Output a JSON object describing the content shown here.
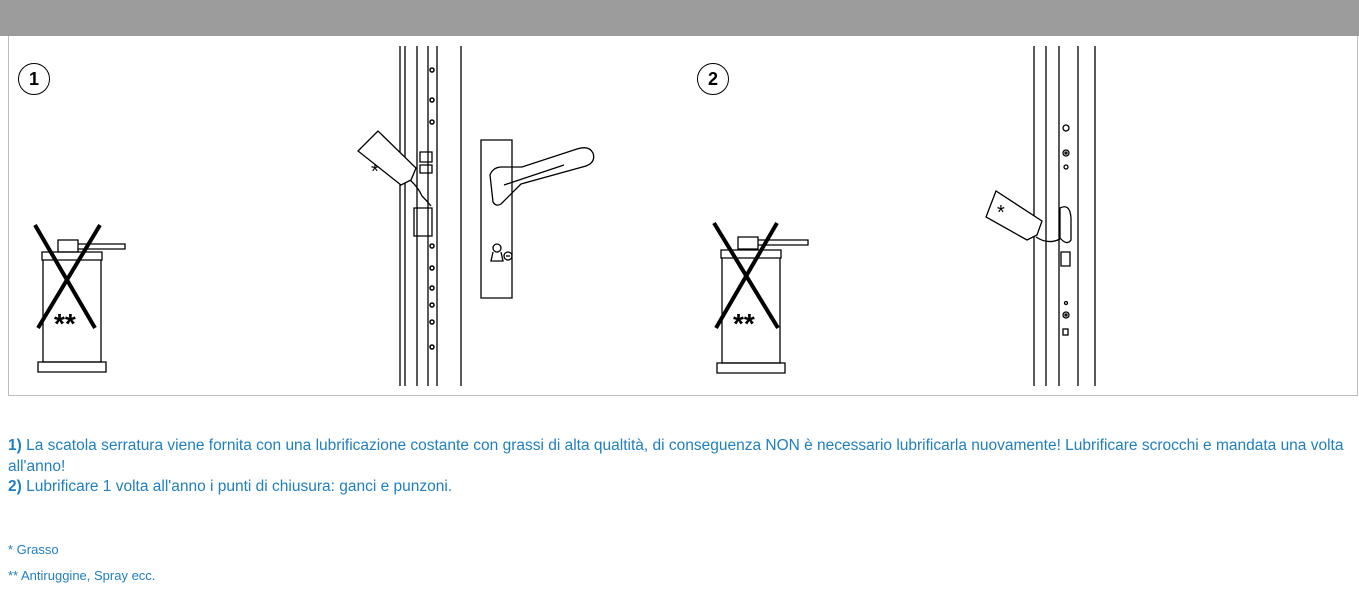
{
  "steps": [
    {
      "badge": "1"
    },
    {
      "badge": "2"
    }
  ],
  "markers": {
    "grease": "*",
    "spray": "**"
  },
  "instructions": [
    {
      "number": "1)",
      "text": " La scatola serratura viene fornita con una lubrificazione costante con grassi di alta qualtità, di conseguenza NON è necessario lubrificarla nuovamente! Lubrificare scrocchi e mandata una volta all'anno!"
    },
    {
      "number": "2)",
      "text": " Lubrificare 1 volta all'anno i punti di chiusura: ganci e punzoni."
    }
  ],
  "footnotes": [
    "* Grasso",
    "** Antiruggine, Spray ecc."
  ],
  "colors": {
    "header_bar": "#9c9c9c",
    "text": "#1f7fc0",
    "line": "#000000"
  }
}
